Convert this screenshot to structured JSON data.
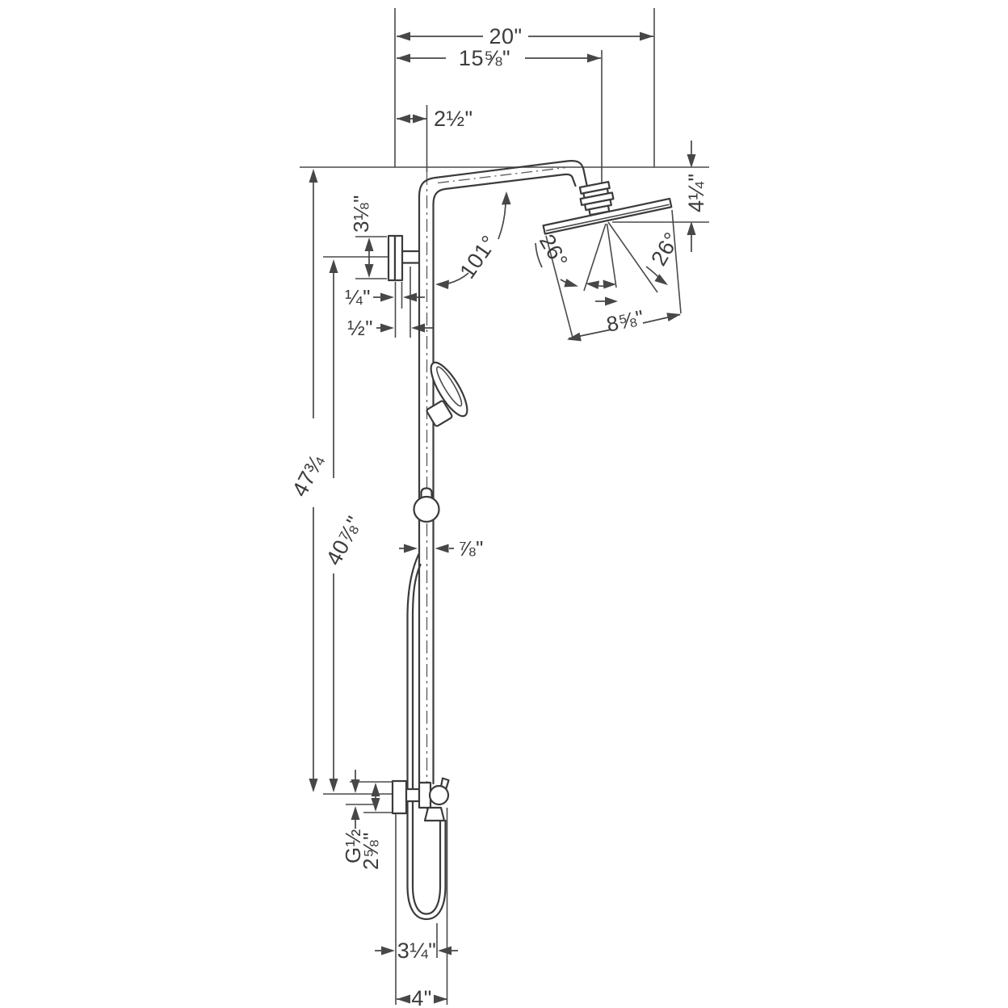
{
  "colors": {
    "background": "#ffffff",
    "object_line": "#3b3b3b",
    "dimension_line": "#474747",
    "text": "#3c3c3c"
  },
  "drawing": {
    "kind": "technical dimension drawing",
    "subject": "showerpipe with overhead shower, hand shower, wall bracket and exposed valve"
  },
  "labels": {
    "total_width": "20\"",
    "arm_projection": "15⅝\"",
    "riser_offset": "2½\"",
    "head_drop": "4¼\"",
    "bracket_height": "3⅛\"",
    "arm_angle": "101°",
    "spray_angle_left": "26°",
    "spray_angle_right": "26°",
    "head_width": "8⅝\"",
    "wall_gap_small": "¼\"",
    "wall_gap_large": "½\"",
    "total_height": "47¾",
    "bracket_to_valve_height": "40⅞\"",
    "bar_diameter": "⅞\"",
    "thread_size": "G½",
    "valve_trim_height": "2⅝\"",
    "hose_loop_width": "3¼\"",
    "bottom_width": "4\""
  }
}
